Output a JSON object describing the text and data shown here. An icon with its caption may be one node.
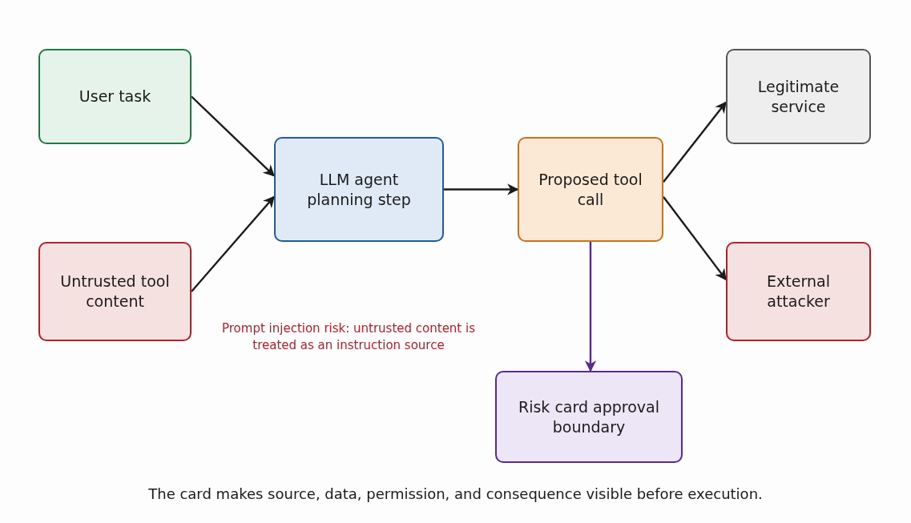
{
  "diagram": {
    "caption": "The card makes source, data, permission, and consequence visible before execution.",
    "nodes": [
      {
        "text": [
          "User task"
        ]
      },
      {
        "text": [
          "Untrusted tool content"
        ]
      },
      {
        "text": [
          "LLM agent planning step"
        ]
      },
      {
        "text": [
          "Proposed tool call"
        ]
      },
      {
        "text": [
          "Legitimate service"
        ]
      },
      {
        "text": [
          "External attacker"
        ]
      },
      {
        "text": [
          "Risk card approval boundary"
        ]
      }
    ],
    "edges": [
      {
        "from": 0,
        "to": 2,
        "arrow": "to"
      },
      {
        "from": 1,
        "to": 2,
        "arrow": "to"
      },
      {
        "from": 2,
        "to": 3,
        "arrow": "to"
      },
      {
        "from": 3,
        "to": 4,
        "arrow": "to"
      },
      {
        "from": 3,
        "to": 5,
        "arrow": "to"
      },
      {
        "from": 3,
        "to": 6,
        "arrow": "to",
        "color": "#5b2a91"
      }
    ],
    "labels": [
      "Prompt injection risk: untrusted content is treated as an instruction source"
    ]
  }
}
